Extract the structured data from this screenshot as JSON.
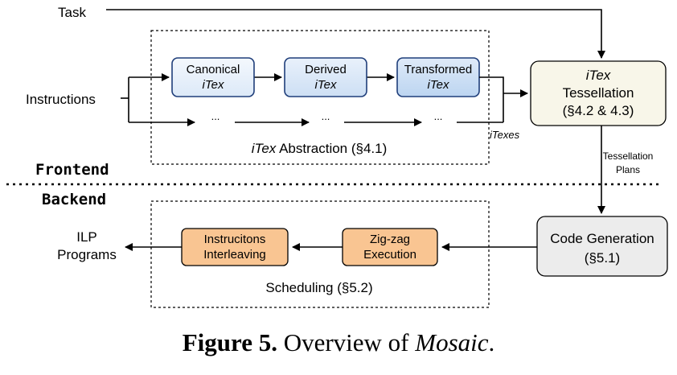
{
  "inputs": {
    "task": "Task",
    "instructions": "Instructions"
  },
  "frontend": {
    "label": "Frontend",
    "abstraction": {
      "label_italic": "iTex",
      "label_rest": " Abstraction (§4.1)",
      "boxes": [
        {
          "line1": "Canonical",
          "line2": "iTex"
        },
        {
          "line1": "Derived",
          "line2": "iTex"
        },
        {
          "line1": "Transformed",
          "line2": "iTex"
        }
      ],
      "ellipsis": "...",
      "output_label": "iTexes"
    },
    "tessellation": {
      "line1": "iTex",
      "line2": "Tessellation",
      "line3": "(§4.2 & 4.3)"
    },
    "plans_label": {
      "line1": "Tessellation",
      "line2": "Plans"
    }
  },
  "backend": {
    "label": "Backend",
    "codegen": {
      "line1": "Code Generation",
      "line2": "(§5.1)"
    },
    "scheduling": {
      "label": "Scheduling (§5.2)",
      "zigzag": {
        "line1": "Zig-zag",
        "line2": "Execution"
      },
      "interleaving": {
        "line1": "Instrucitons",
        "line2": "Interleaving"
      }
    },
    "output": {
      "line1": "ILP",
      "line2": "Programs"
    }
  },
  "caption": {
    "prefix": "Figure 5.",
    "text": " Overview of ",
    "title": "Mosaic",
    "suffix": "."
  },
  "colors": {
    "itex_box_light": "#e8f1fb",
    "itex_box_mid": "#d9e7f8",
    "itex_box_dark": "#c7dcf4",
    "itex_border": "#1f3e7a",
    "tessellation_fill": "#f8f6e9",
    "codegen_fill": "#ececec",
    "schedule_fill": "#f9c592",
    "outline": "#000000"
  }
}
